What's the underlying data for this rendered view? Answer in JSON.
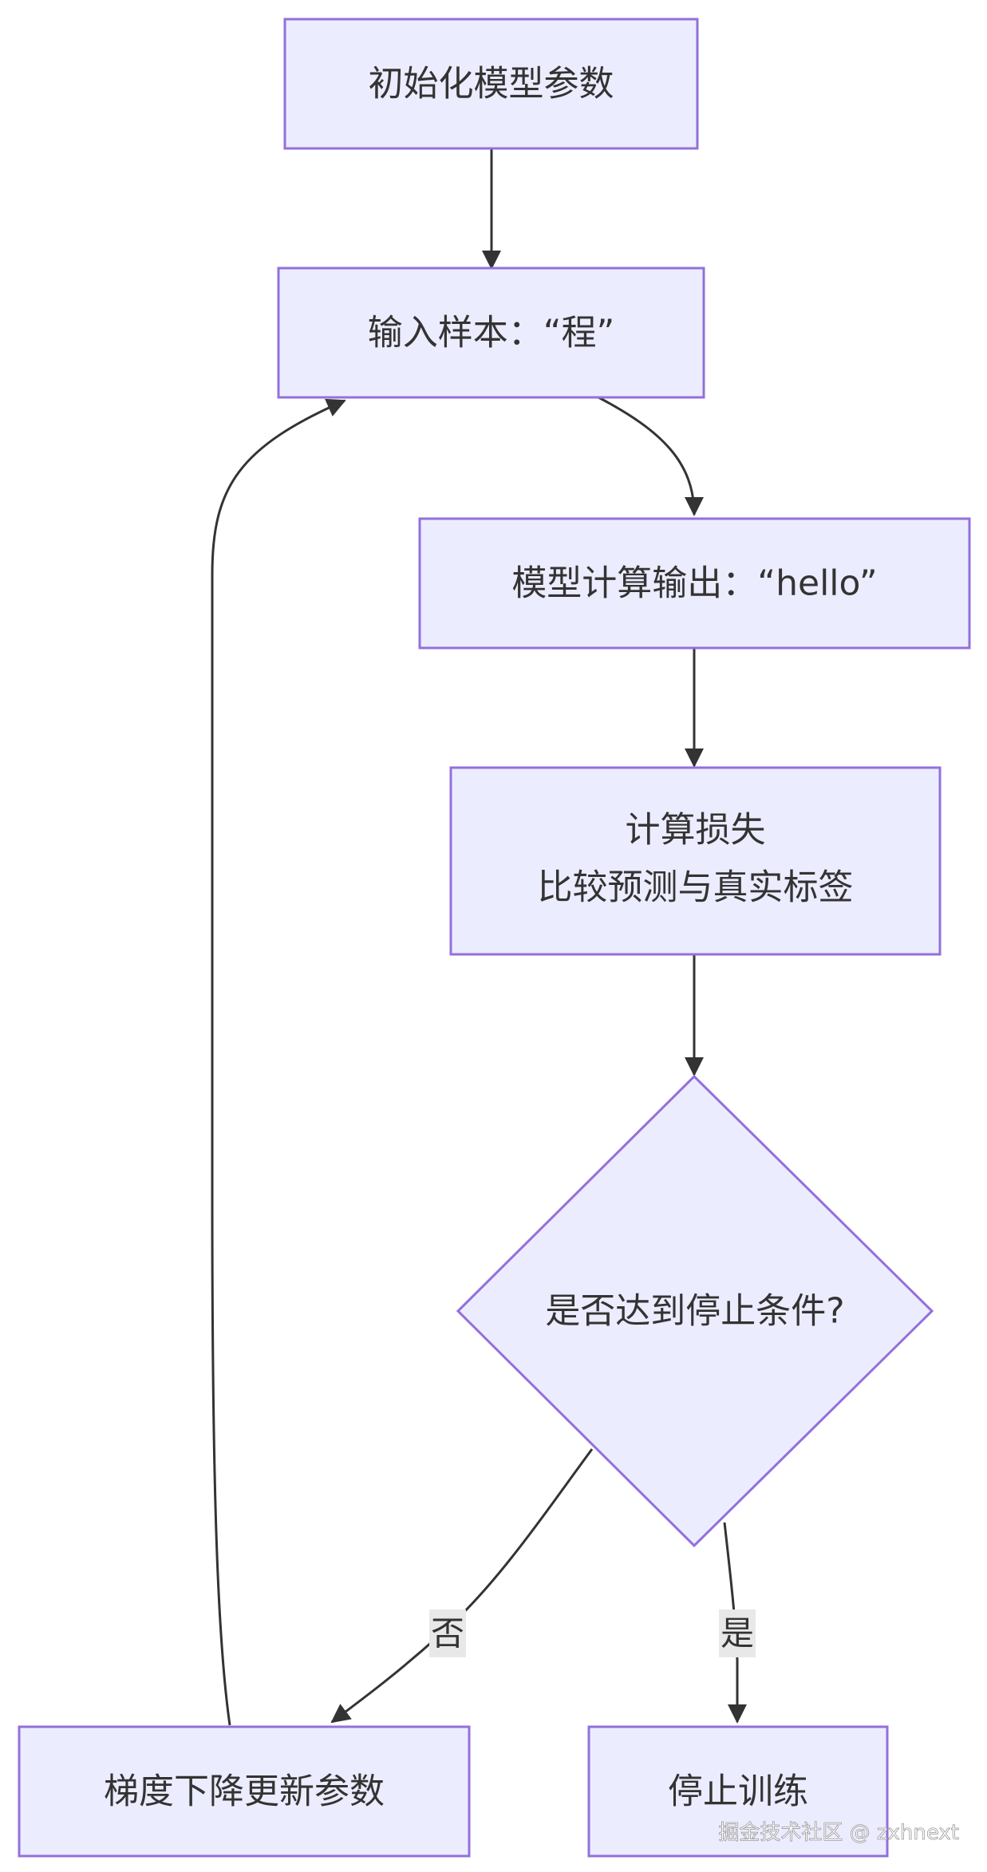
{
  "nodes": {
    "init": "初始化模型参数",
    "input": "输入样本：“程”",
    "compute": "模型计算输出：“hello”",
    "loss_line1": "计算损失",
    "loss_line2": "比较预测与真实标签",
    "decision": "是否达到停止条件?",
    "gradient": "梯度下降更新参数",
    "stop": "停止训练"
  },
  "edges": {
    "no_label": "否",
    "yes_label": "是"
  },
  "watermark": "掘金技术社区 @ zxhnext",
  "colors": {
    "node_fill": "#ECECFF",
    "node_stroke": "#9370DB",
    "edge": "#333333",
    "text": "#333333"
  }
}
